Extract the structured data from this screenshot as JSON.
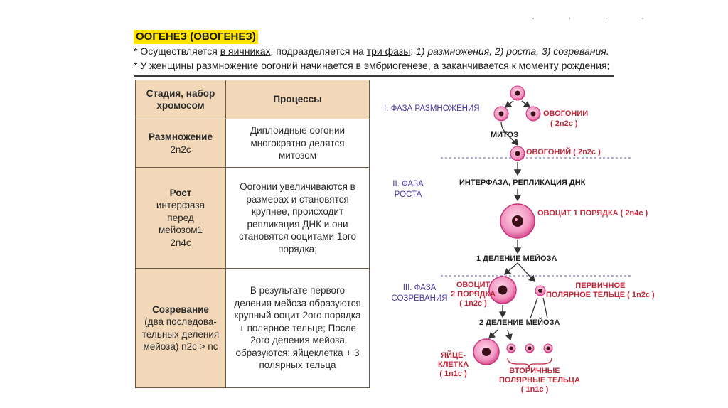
{
  "header": {
    "dots": "·  ·  ·  ·",
    "title": "ООГЕНЕЗ (ОВОГЕНЕЗ)",
    "line1": {
      "a": "* Осуществляется ",
      "b": "в яичниках",
      "c": ", подразделяется на ",
      "d": "три фазы",
      "e": ": ",
      "f": "1) размножения,  2) роста,   3) созревания."
    },
    "line2": {
      "a": "* У женщины размножение оогоний ",
      "b": "начинается в эмбриогенезе, а заканчивается к моменту рождения",
      "c": ";"
    }
  },
  "table": {
    "col1": "Стадия, набор хромосом",
    "col2": "Процессы",
    "rows": [
      {
        "stage_title": "Размножение",
        "stage_sub": "2n2c",
        "process": "Диплоидные оогонии многократно делятся митозом"
      },
      {
        "stage_title": "Рост",
        "stage_sub": "интерфаза перед мейозом1 2n4c",
        "process": "Оогонии увеличиваются в размерах и становятся крупнее, происходит репликация ДНК и они становятся ооцитами 1ого порядка;"
      },
      {
        "stage_title": "Созревание",
        "stage_sub": "(два последова-тельных деления мейоза) n2c > nc",
        "process": "В результате первого деления мейоза образуются крупный ооцит 2ого порядка + полярное тельце; После 2ого деления мейоза образуются: яйцеклетка + 3 полярных тельца"
      }
    ]
  },
  "diagram": {
    "phase1": "I. ФАЗА РАЗМНОЖЕНИЯ",
    "phase2": "II. ФАЗА РОСТА",
    "phase3": "III. ФАЗА СОЗРЕВАНИЯ",
    "ovogonii": "ОВОГОНИИ",
    "ovogonii_ploidy": "( 2n2c )",
    "mitoz": "МИТОЗ",
    "ovogoniy": "ОВОГОНИЙ",
    "ovogoniy_ploidy": "( 2n2c )",
    "interphase": "ИНТЕРФАЗА, РЕПЛИКАЦИЯ ДНК",
    "oocyte1": "ОВОЦИТ 1 ПОРЯДКА",
    "oocyte1_ploidy": "( 2n4c )",
    "meiosis1": "1 ДЕЛЕНИЕ МЕЙОЗА",
    "oocyte2_a": "ОВОЦИТ",
    "oocyte2_b": "2 ПОРЯДКА",
    "oocyte2_ploidy": "( 1n2c )",
    "polar1_a": "ПЕРВИЧНОЕ",
    "polar1_b": "ПОЛЯРНОЕ ТЕЛЬЦЕ",
    "polar1_ploidy": "( 1n2c )",
    "meiosis2": "2 ДЕЛЕНИЕ МЕЙОЗА",
    "egg_a": "ЯЙЦЕ-",
    "egg_b": "КЛЕТКА",
    "egg_ploidy": "( 1n1c )",
    "polar2_a": "ВТОРИЧНЫЕ",
    "polar2_b": "ПОЛЯРНЫЕ ТЕЛЬЦА",
    "polar2_ploidy": "( 1n1c )",
    "colors": {
      "phase": "#4a3aa0",
      "label_red": "#c0283a",
      "cell_fill": "#f1a0c4",
      "cell_edge": "#c8357a",
      "nucleus": "#3a0f18"
    }
  }
}
